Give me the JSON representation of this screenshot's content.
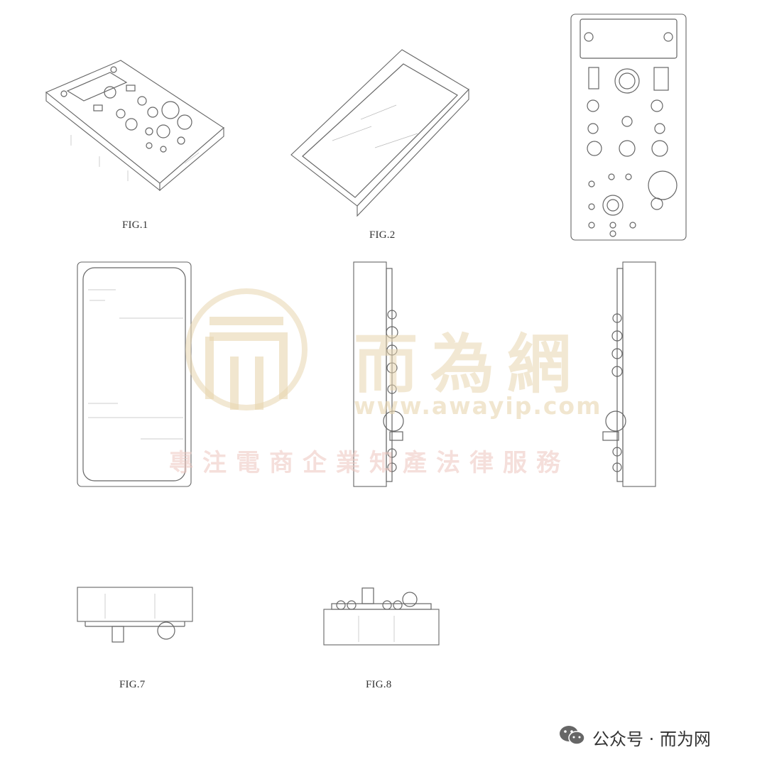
{
  "figures": [
    {
      "id": "fig1",
      "caption": "FIG.1"
    },
    {
      "id": "fig2",
      "caption": "FIG.2"
    },
    {
      "id": "fig3",
      "caption": ""
    },
    {
      "id": "fig4",
      "caption": ""
    },
    {
      "id": "fig5",
      "caption": ""
    },
    {
      "id": "fig6",
      "caption": ""
    },
    {
      "id": "fig7",
      "caption": "FIG.7"
    },
    {
      "id": "fig8",
      "caption": "FIG.8"
    }
  ],
  "watermark": {
    "cn_name": "而為網",
    "url": "www.awayip.com",
    "slogan": "專注電商企業知產法律服務",
    "color": "#e8d6af"
  },
  "footer": {
    "icon": "wechat-icon",
    "text": "公众号 · 而为网"
  }
}
